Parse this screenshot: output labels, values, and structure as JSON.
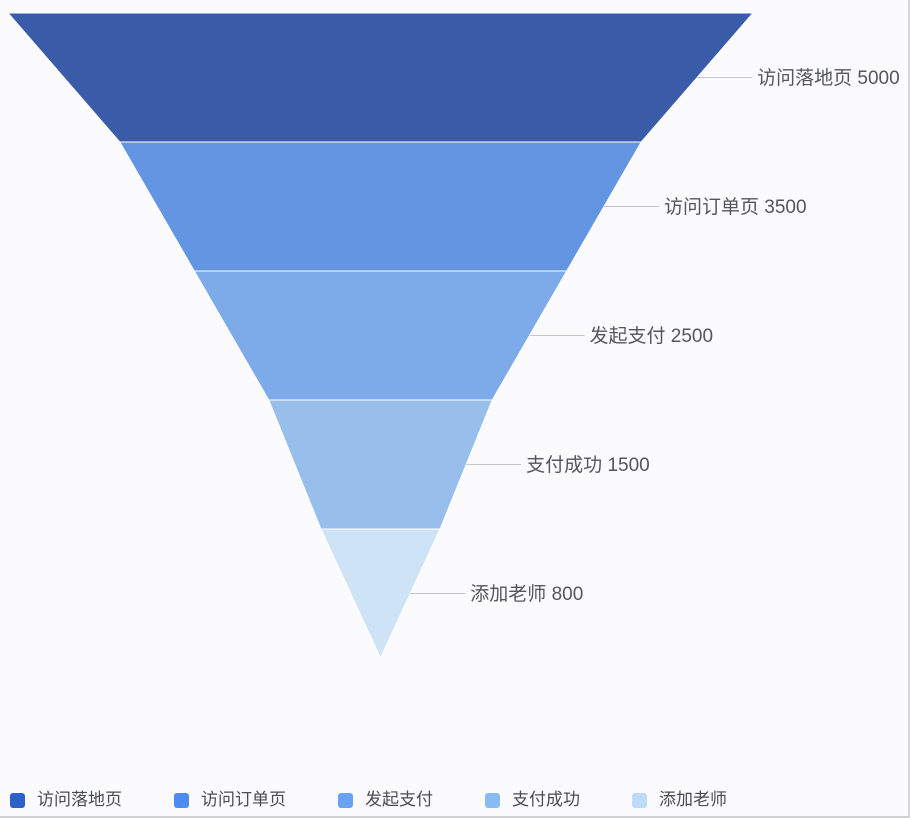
{
  "chart_data": {
    "type": "funnel",
    "title": "",
    "sort": "descending",
    "max_value": 5000,
    "value_range": [
      0,
      5000
    ],
    "legend_position": "bottom",
    "label_position": "right",
    "label_format": "{label} {value}",
    "items": [
      {
        "label": "访问落地页",
        "value": 5000,
        "color": "#3a5ca8",
        "legend_color": "#2b61c9"
      },
      {
        "label": "访问订单页",
        "value": 3500,
        "color": "#6495e3",
        "legend_color": "#4c8bef"
      },
      {
        "label": "发起支付",
        "value": 2500,
        "color": "#7daae9",
        "legend_color": "#68a2f1"
      },
      {
        "label": "支付成功",
        "value": 1500,
        "color": "#98bfec",
        "legend_color": "#88baf3"
      },
      {
        "label": "添加老师",
        "value": 800,
        "color": "#cfe3f6",
        "legend_color": "#bedbf8"
      }
    ],
    "colors": {
      "label_text": "#55565a",
      "connector_line": "#c6c6ca",
      "legend_text": "#4b4c50",
      "background": "#fbfbfd",
      "segment_border": "#ffffff"
    }
  }
}
